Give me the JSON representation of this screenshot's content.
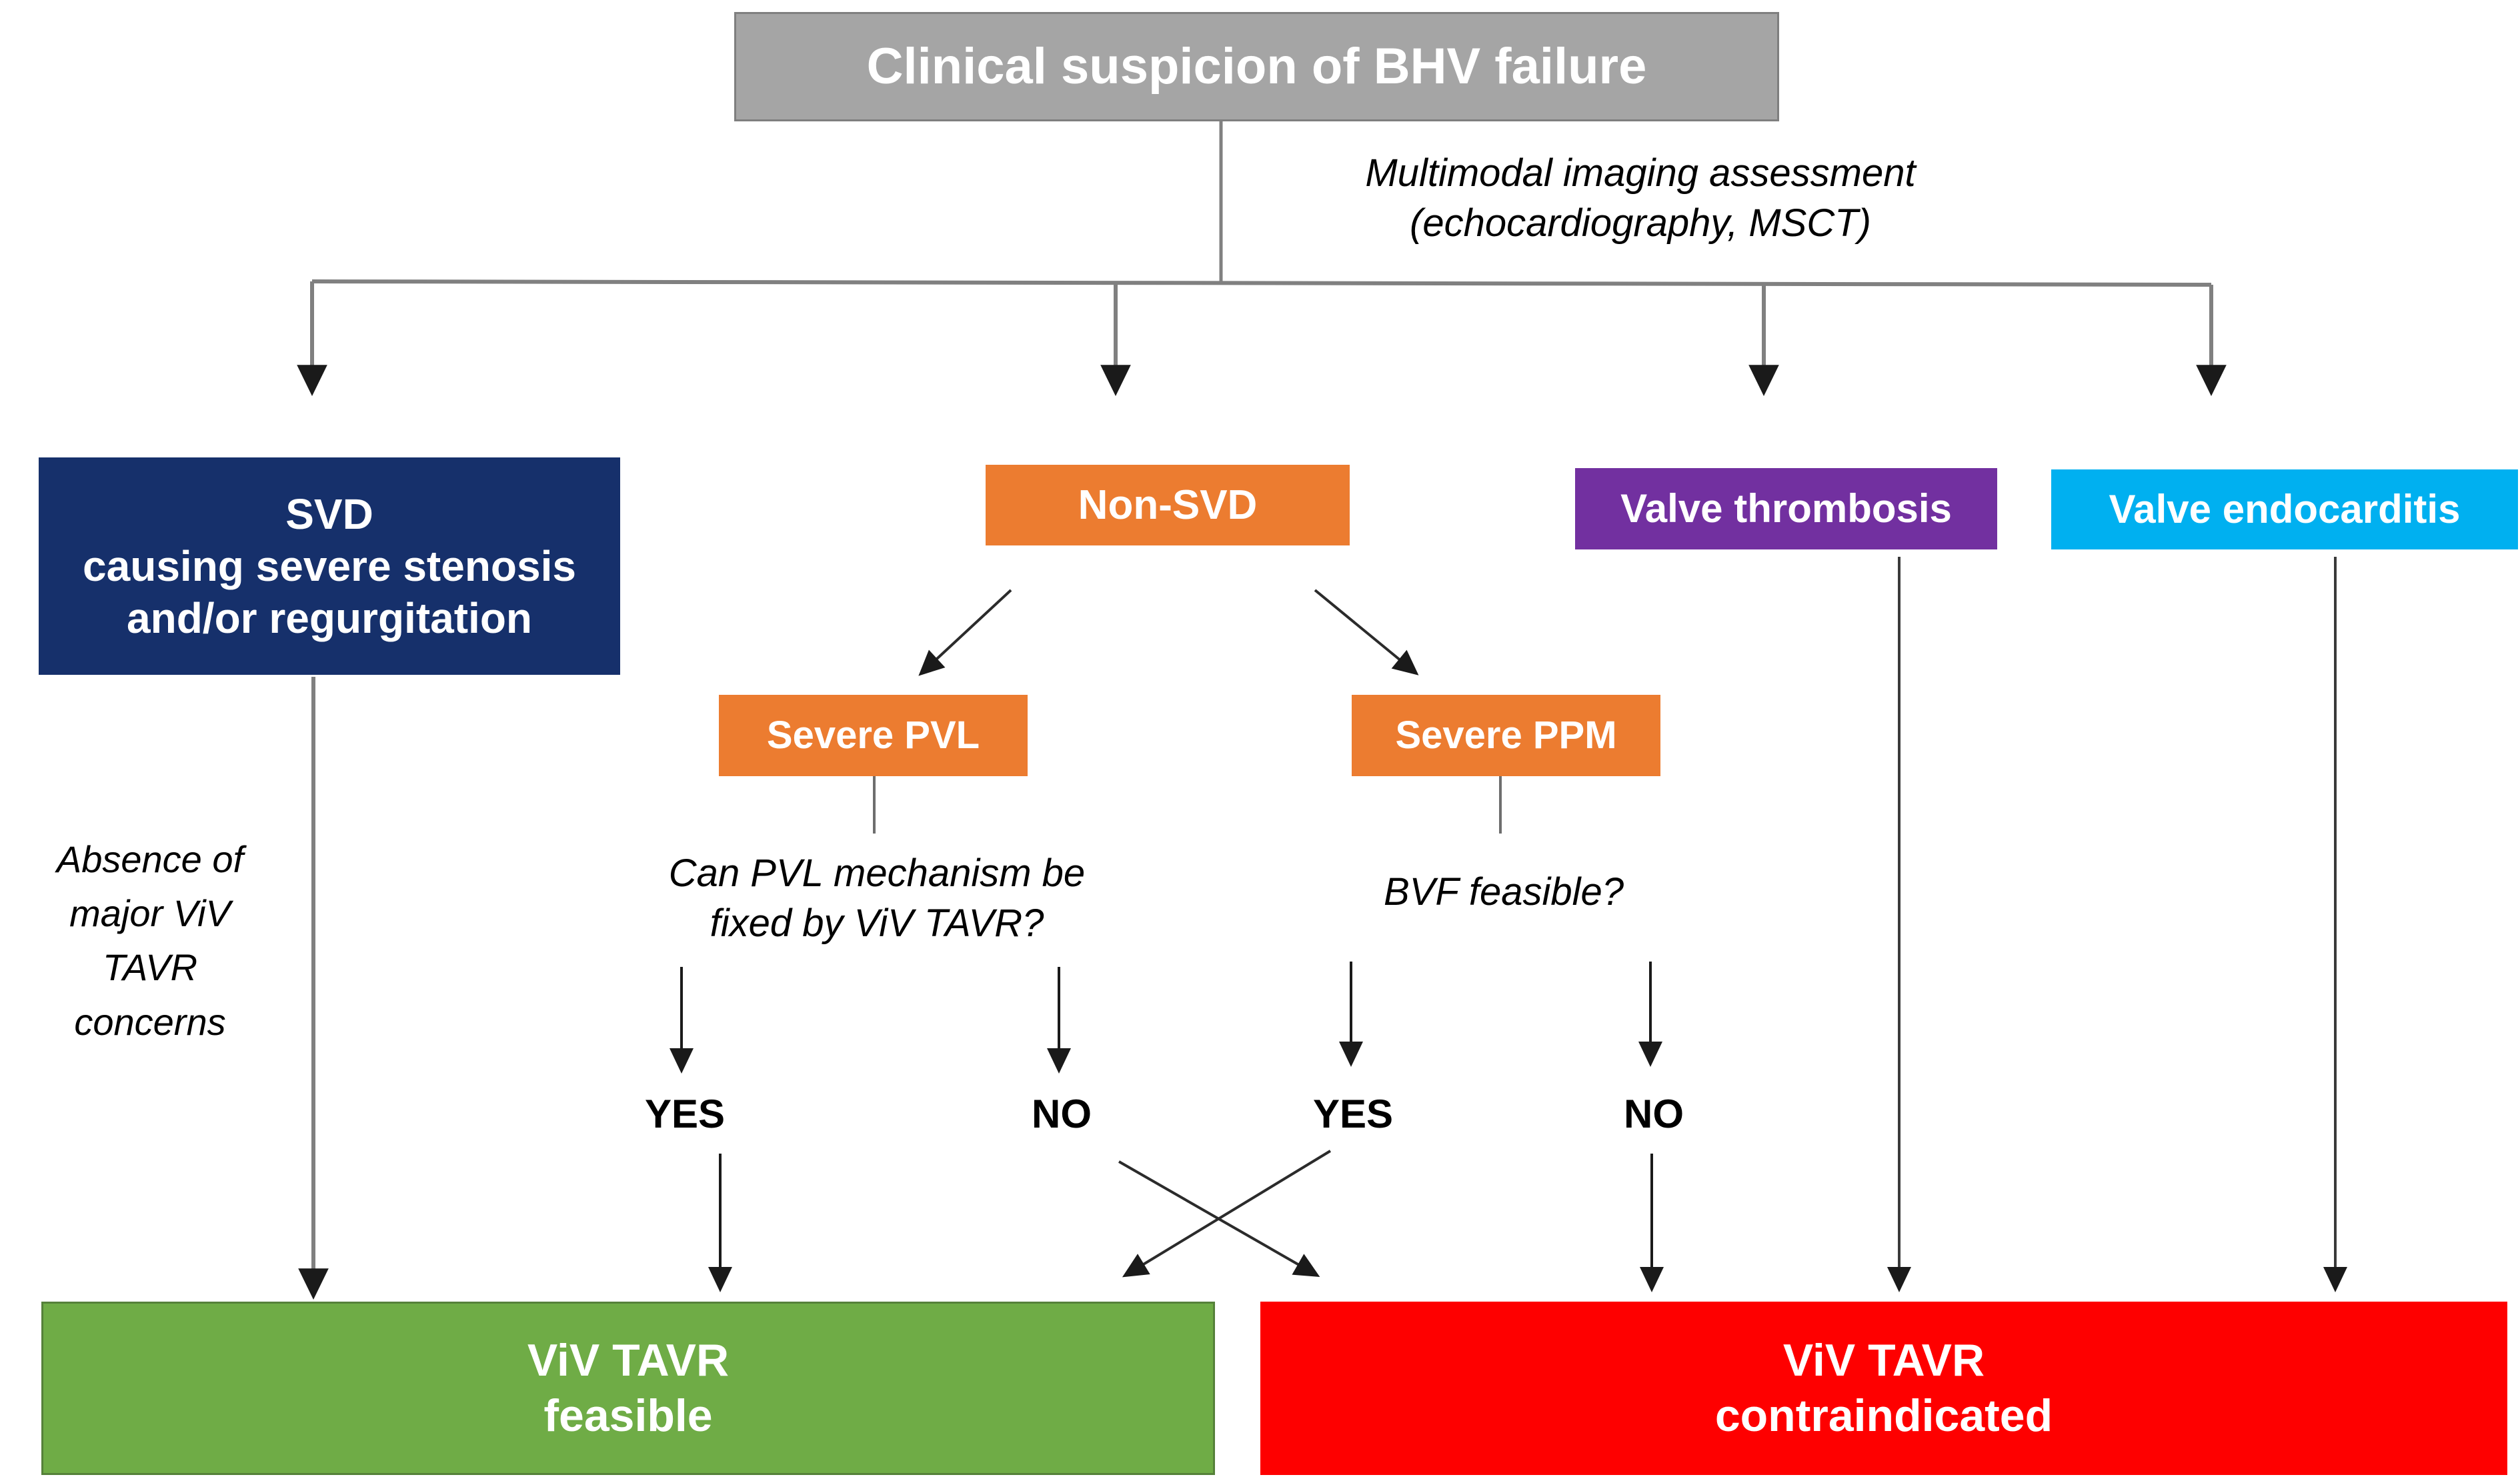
{
  "diagram": {
    "title_node": {
      "label": "Clinical suspicion of BHV failure",
      "color": "#a5a5a5"
    },
    "assessment_note": {
      "line1": "Multimodal imaging assessment",
      "line2": "(echocardiography, MSCT)"
    },
    "branches": {
      "svd": {
        "line1": "SVD",
        "line2": "causing severe stenosis",
        "line3": "and/or regurgitation",
        "color": "#16306b"
      },
      "non_svd": {
        "label": "Non-SVD",
        "color": "#ec7c30"
      },
      "valve_thrombosis": {
        "label": "Valve thrombosis",
        "color": "#7230a0"
      },
      "valve_endocarditis": {
        "label": "Valve endocarditis",
        "color": "#00b0f0"
      }
    },
    "svd_note": {
      "line1": "Absence of",
      "line2": "major ViV",
      "line3": "TAVR",
      "line4": "concerns"
    },
    "non_svd_children": {
      "severe_pvl": {
        "label": "Severe PVL",
        "color": "#ec7c30"
      },
      "severe_ppm": {
        "label": "Severe PPM",
        "color": "#ec7c30"
      }
    },
    "questions": {
      "pvl": {
        "line1": "Can PVL mechanism be",
        "line2": "fixed by ViV TAVR?"
      },
      "ppm": {
        "line1": "BVF feasible?"
      }
    },
    "answers": {
      "pvl_yes": "YES",
      "pvl_no": "NO",
      "ppm_yes": "YES",
      "ppm_no": "NO"
    },
    "outcomes": {
      "feasible": {
        "line1": "ViV TAVR",
        "line2": "feasible",
        "color": "#6fac46"
      },
      "contraindicated": {
        "line1": "ViV TAVR",
        "line2": "contraindicated",
        "color": "#fe0000"
      }
    }
  }
}
